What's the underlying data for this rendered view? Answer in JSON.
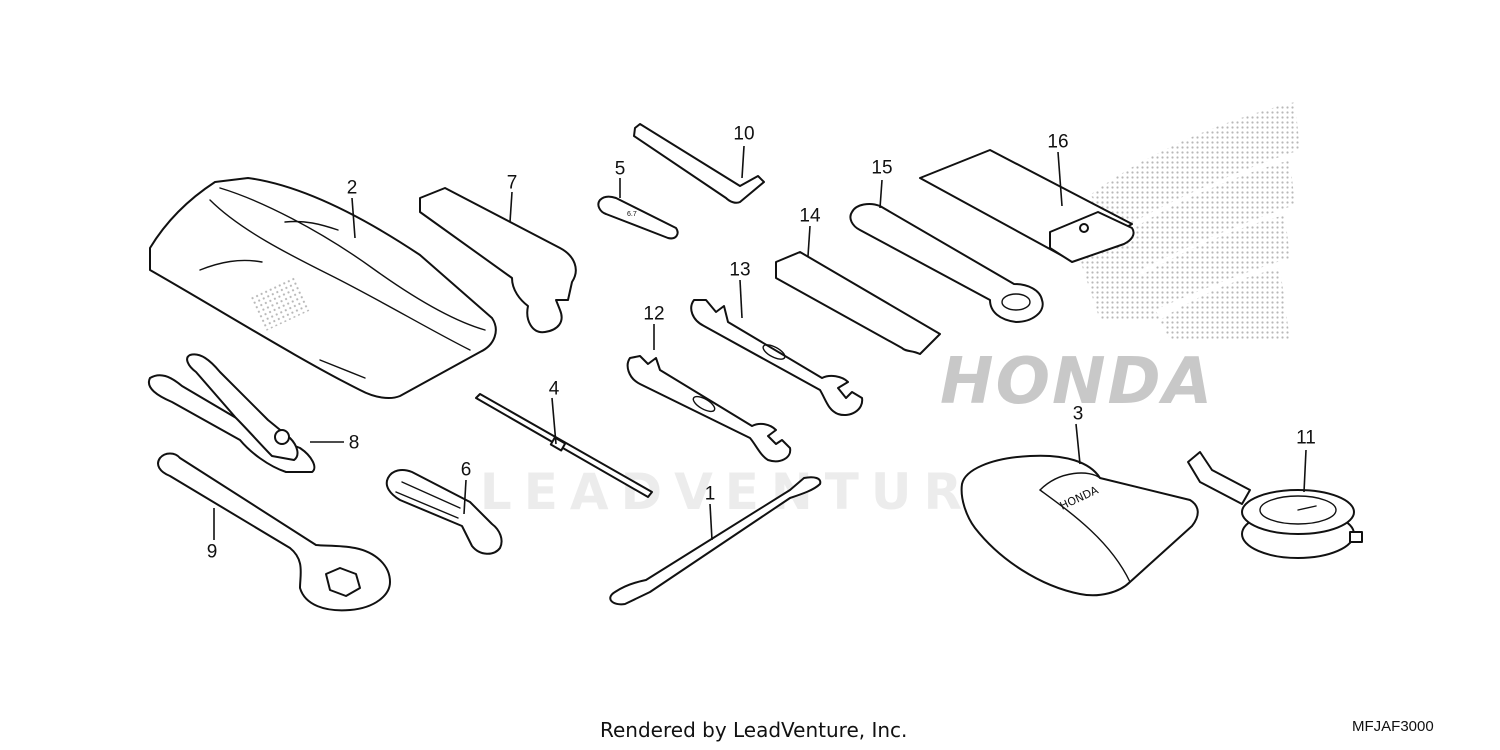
{
  "colors": {
    "line": "#111111",
    "background": "#ffffff",
    "watermark": "#ececec",
    "logo_dots": "#c8c8c8"
  },
  "background_logo": {
    "name": "honda-wing-logo",
    "text": "HONDA"
  },
  "watermark": {
    "text": "LEADVENTURE"
  },
  "parts": [
    {
      "number": "1",
      "name": "rod-tool"
    },
    {
      "number": "2",
      "name": "tool-bag"
    },
    {
      "number": "3",
      "name": "tool-pouch"
    },
    {
      "number": "4",
      "name": "screwdriver-double-ended"
    },
    {
      "number": "5",
      "name": "small-key-plate"
    },
    {
      "number": "6",
      "name": "screwdriver-grip"
    },
    {
      "number": "7",
      "name": "spanner-flat"
    },
    {
      "number": "8",
      "name": "pliers"
    },
    {
      "number": "9",
      "name": "hex-ring-wrench"
    },
    {
      "number": "10",
      "name": "hex-key"
    },
    {
      "number": "11",
      "name": "tire-pressure-gauge"
    },
    {
      "number": "12",
      "name": "open-end-wrench-8x12"
    },
    {
      "number": "13",
      "name": "open-end-wrench-10x14"
    },
    {
      "number": "14",
      "name": "extension-bar"
    },
    {
      "number": "15",
      "name": "ring-wrench-long"
    },
    {
      "number": "16",
      "name": "manual-case"
    }
  ],
  "footer": {
    "rendered_by": "Rendered by LeadVenture, Inc.",
    "diagram_code": "MFJAF3000"
  }
}
